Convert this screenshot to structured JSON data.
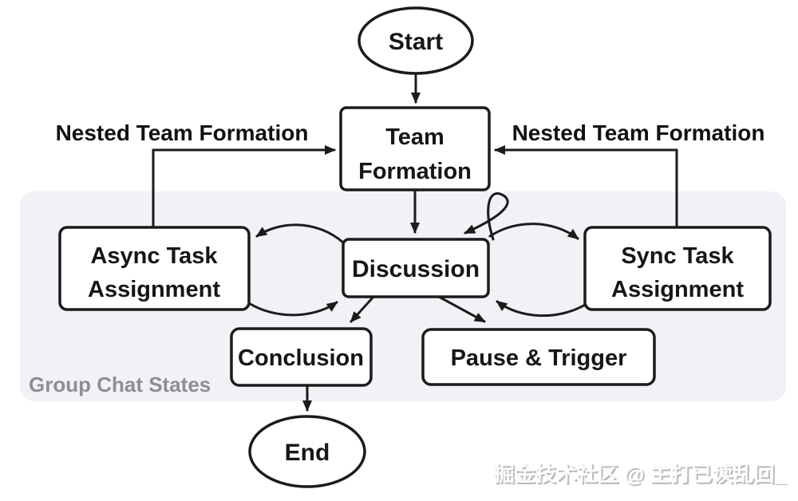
{
  "diagram": {
    "title": "Group chat state machine flowchart",
    "nodes": {
      "start": {
        "label": "Start"
      },
      "team_formation": {
        "line1": "Team",
        "line2": "Formation"
      },
      "async_task": {
        "line1": "Async Task",
        "line2": "Assignment"
      },
      "discussion": {
        "label": "Discussion"
      },
      "sync_task": {
        "line1": "Sync Task",
        "line2": "Assignment"
      },
      "conclusion": {
        "label": "Conclusion"
      },
      "pause_trigger": {
        "label": "Pause & Trigger"
      },
      "end": {
        "label": "End"
      }
    },
    "edge_labels": {
      "nested_left": "Nested Team Formation",
      "nested_right": "Nested Team Formation"
    },
    "group_label": "Group Chat States",
    "colors": {
      "background": "#ffffff",
      "panel_fill": "#f1f1f6",
      "node_fill": "#ffffff",
      "stroke": "#1b1b1b",
      "group_label_color": "#8d8d93"
    }
  },
  "watermark": {
    "text": "掘金技术社区 @ 主打已读乱回_"
  }
}
